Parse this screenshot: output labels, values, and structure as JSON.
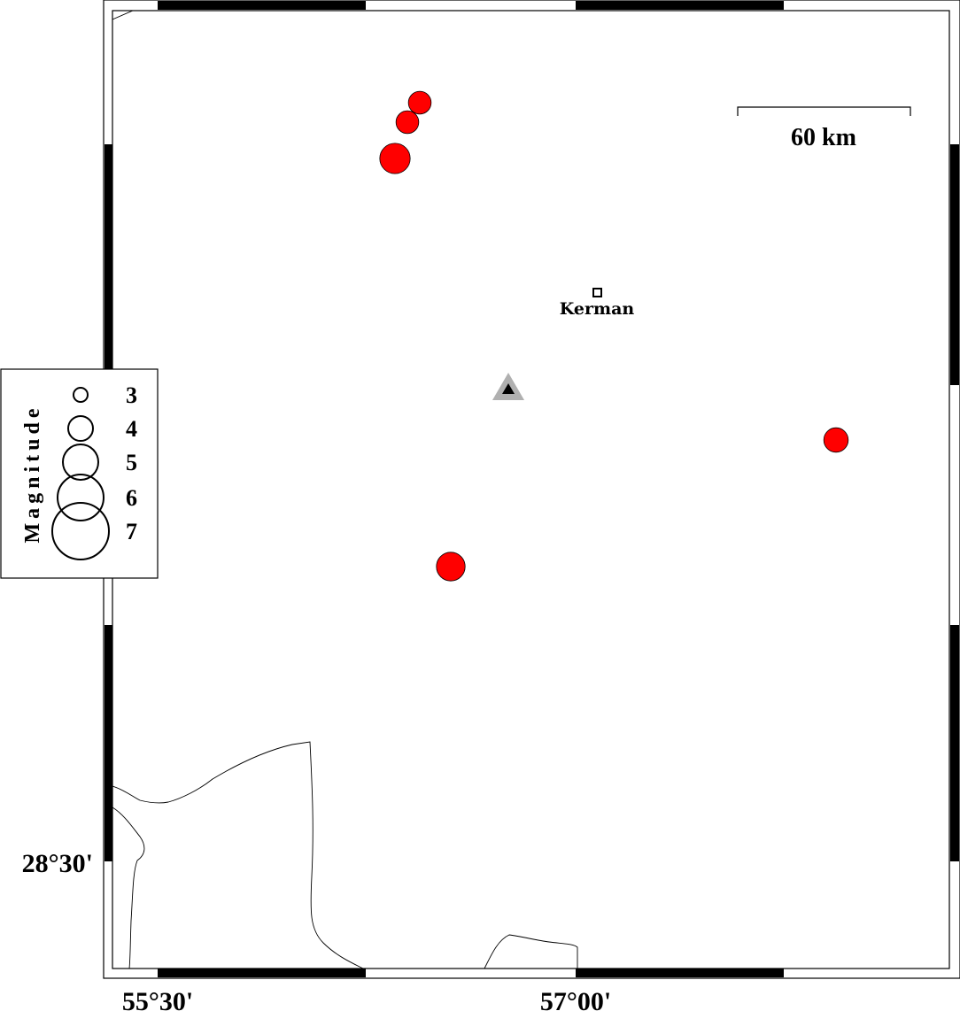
{
  "map": {
    "lon_labels": [
      "55°30'",
      "57°00'"
    ],
    "lat_labels": [
      "28°30'"
    ],
    "scale_bar": {
      "label": "60 km"
    },
    "city": {
      "name": "Kerman"
    },
    "station": {
      "symbol": "triangle-icon",
      "outer_color": "#b0b0b0",
      "inner_color": "#000000"
    },
    "events": [
      {
        "magnitude": 3.8,
        "color": "#ff0000"
      },
      {
        "magnitude": 3.8,
        "color": "#ff0000"
      },
      {
        "magnitude": 4.7,
        "color": "#ff0000"
      },
      {
        "magnitude": 4.0,
        "color": "#ff0000"
      },
      {
        "magnitude": 4.5,
        "color": "#ff0000"
      }
    ],
    "legend": {
      "title": "Magnitude",
      "items": [
        {
          "label": "3",
          "magnitude": 3
        },
        {
          "label": "4",
          "magnitude": 4
        },
        {
          "label": "5",
          "magnitude": 5
        },
        {
          "label": "6",
          "magnitude": 6
        },
        {
          "label": "7",
          "magnitude": 7
        }
      ]
    },
    "colors": {
      "event_fill": "#ff0000",
      "frame": "#000000",
      "background": "#ffffff"
    }
  }
}
